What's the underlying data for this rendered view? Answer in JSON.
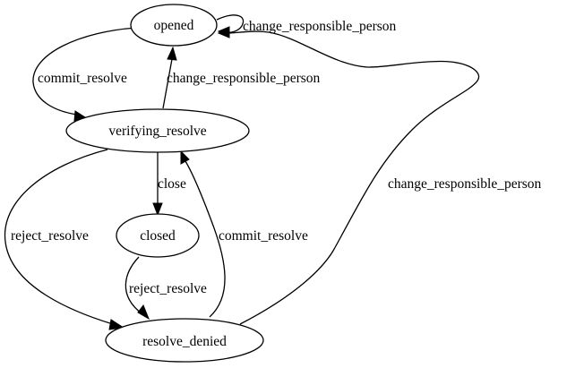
{
  "diagram": {
    "nodes": {
      "opened": "opened",
      "verifying_resolve": "verifying_resolve",
      "closed": "closed",
      "resolve_denied": "resolve_denied"
    },
    "edges": {
      "opened_self": "change_responsible_person",
      "opened_to_verifying": "commit_resolve",
      "verifying_to_opened": "change_responsible_person",
      "verifying_to_closed": "close",
      "verifying_to_denied": "reject_resolve",
      "closed_to_denied": "reject_resolve",
      "denied_to_verifying": "commit_resolve",
      "denied_to_opened": "change_responsible_person"
    }
  }
}
